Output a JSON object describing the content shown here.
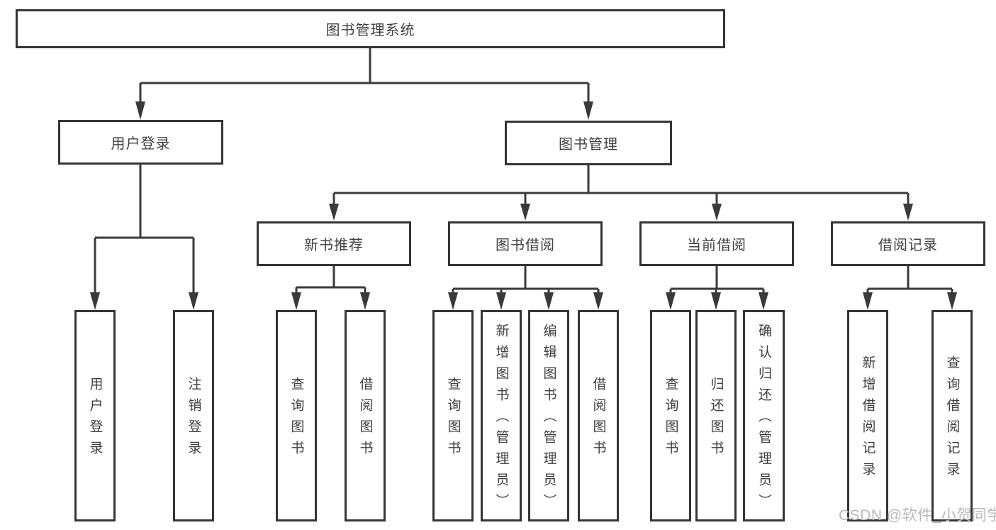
{
  "diagram": {
    "title": "图书管理系统",
    "tree": {
      "label": "图书管理系统",
      "children": [
        {
          "label": "用户登录",
          "children": [
            {
              "label": "用户登录"
            },
            {
              "label": "注销登录"
            }
          ]
        },
        {
          "label": "图书管理",
          "children": [
            {
              "label": "新书推荐",
              "children": [
                {
                  "label": "查询图书"
                },
                {
                  "label": "借阅图书"
                }
              ]
            },
            {
              "label": "图书借阅",
              "children": [
                {
                  "label": "查询图书"
                },
                {
                  "label": "新增图书（管理员）"
                },
                {
                  "label": "编辑图书（管理员）"
                },
                {
                  "label": "借阅图书"
                }
              ]
            },
            {
              "label": "当前借阅",
              "children": [
                {
                  "label": "查询图书"
                },
                {
                  "label": "归还图书"
                },
                {
                  "label": "确认归还（管理员）"
                }
              ]
            },
            {
              "label": "借阅记录",
              "children": [
                {
                  "label": "新增借阅记录"
                },
                {
                  "label": "查询借阅记录"
                }
              ]
            }
          ]
        }
      ]
    },
    "colors": {
      "background": "#ffffff",
      "box_border": "#353535",
      "connector_line": "#3a3a3a",
      "text": "#3f3f3f",
      "watermark_text": "#b9b9b9"
    }
  },
  "watermark": {
    "text": "CSDN @软件_小贺同学"
  }
}
